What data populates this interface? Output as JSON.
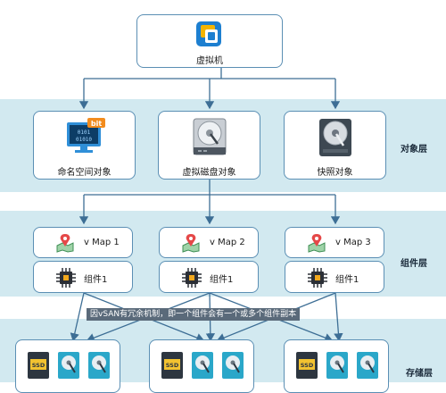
{
  "vm": {
    "label": "虚拟机",
    "icon": "vmware-icon"
  },
  "layers": {
    "object": "对象层",
    "component": "组件层",
    "storage": "存储层"
  },
  "objects": [
    {
      "label": "命名空间对象",
      "icon": "bit-monitor-icon",
      "badge": "bit",
      "binary_top": "0101",
      "binary_bottom": "01010"
    },
    {
      "label": "虚拟磁盘对象",
      "icon": "hard-disk-icon"
    },
    {
      "label": "快照对象",
      "icon": "disk-snapshot-icon"
    }
  ],
  "components": [
    {
      "vmap": "v Map 1",
      "component": "组件1"
    },
    {
      "vmap": "v Map 2",
      "component": "组件1"
    },
    {
      "vmap": "v Map 3",
      "component": "组件1"
    }
  ],
  "note": "因vSAN有冗余机制，即一个组件会有一个或多个组件副本",
  "storage": {
    "ssd_label": "SSD",
    "icons": [
      "ssd-icon",
      "hdd-icon",
      "hdd-icon"
    ]
  },
  "colors": {
    "band": "#d2e9f0",
    "border": "#5b8fb4",
    "arrow": "#3d6e95"
  }
}
